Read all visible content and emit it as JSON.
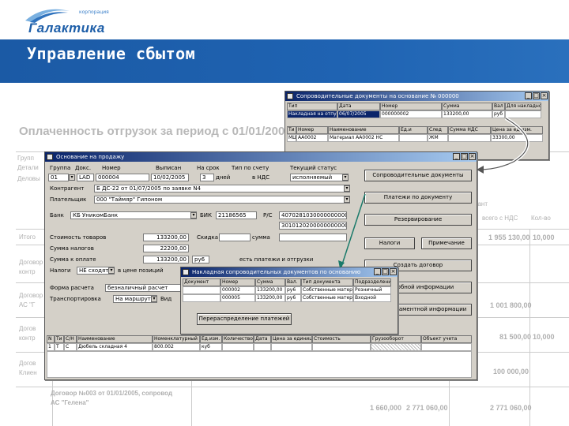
{
  "header": {
    "logo_small": "корпорация",
    "logo_text": "Галактика",
    "title": "Управление сбытом"
  },
  "report": {
    "title": "Оплаченность отгрузок за период с 01/01/2005 по",
    "row_labels": [
      "Групп",
      "Детали",
      "Деловы",
      "Итого",
      "Договор",
      "контр",
      "Договор",
      "АС \"Г",
      "Догов",
      "контр",
      "Догов",
      "Клиен",
      "Договор №003 от 01/01/2005, сопровод",
      "АС \"Гелена\""
    ],
    "right_header": "всего с НДС",
    "right_header2": "Кол-во",
    "right_top_lbl": "рант",
    "numbers": {
      "n1": "1 955 130,00",
      "n2": "10,000",
      "n3": "1 001 800,00",
      "n4": "81 500,00",
      "n5": "10,000",
      "n6": "100 000,00",
      "n7": "1 660,000",
      "n8": "2 771 060,00",
      "n9": "2 771 060,00"
    }
  },
  "win_top": {
    "title": "Сопроводительные документы на основание № 000000",
    "headers": [
      "Тип",
      "Дата",
      "Номер",
      "Сумма",
      "Вал",
      "Для накладной"
    ],
    "row": [
      "Накладная на отпуск",
      "06/07/2005",
      "000000002",
      "133200,00",
      "руб",
      ""
    ],
    "headers2": [
      "Ти",
      "Номер",
      "Наименование",
      "Ед.и",
      "След",
      "Сумма НДС",
      "Цена за ед.изм."
    ],
    "row2": [
      "МЦ",
      "АА0002",
      "Материал АА0002 НС",
      "",
      "ЖМ",
      "",
      "33300,00"
    ]
  },
  "win_main": {
    "title": "Основание на продажу",
    "labels": {
      "group": "Группа",
      "doc": "Докс.",
      "number": "Номер",
      "issued": "Выписан",
      "at_start": "На срок",
      "tax_type": "Тип по счету",
      "status": "Текущий статус",
      "counterparty": "Контрагент",
      "payer": "Плательщик",
      "bank": "Банк",
      "bik": "БИК",
      "rs": "Р/С",
      "goods_cost": "Стоимость товаров",
      "discount": "Скидка",
      "tax_sum": "Сумма налогов",
      "pay_sum": "Сумма к оплате",
      "taxes": "Налоги",
      "calc_form": "Форма расчета",
      "transport": "Транспортировка",
      "in_rate": "в цене позиций",
      "in_nds": "в НДС",
      "vid": "Вид",
      "pay_form_extra": "есть платежи и отгрузки"
    },
    "values": {
      "group": "01",
      "doc": "LAD",
      "number": "000004",
      "issued": "10/02/2005",
      "days": "3",
      "days_unit": "дней",
      "status": "исполняемый",
      "counterparty": "Б ДС-22 от 01/07/2005 по заявке N4",
      "payer": "000 \"Таймяр\" Гипоном",
      "bank": "КБ УникомБанк",
      "bik": "21186565",
      "rs": "40702810300000000001",
      "rs2": "30101202000000000000",
      "goods_cost": "133200,00",
      "currency": "сумма",
      "tax_sum": "22200,00",
      "pay_sum": "133200,00",
      "pay_cur": "ру6",
      "taxes": "НЕ сходят",
      "calc_form": "безналичный расчет",
      "transport": "На маршрут"
    },
    "buttons": [
      "Сопроводительные документы",
      "Платежи по документу",
      "Резервирование",
      "Налоги",
      "Примечание",
      "Создать договор",
      "Подробной информации",
      "Ввод регламентной информации"
    ],
    "grid_headers": [
      "N",
      "Ти",
      "С/Н",
      "Наименование",
      "Номенклатурный номер",
      "Ед.изм.",
      "Количество",
      "Дата",
      "Цена за единицу",
      "Стоимость",
      "Грузооборот",
      "Объект учета"
    ],
    "grid_row": [
      "1",
      "Т",
      "С",
      "Дюбель складная 4",
      "800.002",
      "",
      "куб",
      "",
      "",
      "",
      "",
      ""
    ]
  },
  "win_sub": {
    "title": "Накладная сопроводительных документов по основанию",
    "headers": [
      "Документ",
      "Номер",
      "Сумма",
      "Вал.",
      "Тип документа",
      "Подразделение"
    ],
    "rows": [
      [
        "",
        "000002",
        "133200,00",
        "ру6",
        "Собственные материалы",
        "Розничный"
      ],
      [
        "",
        "000005",
        "133200,00",
        "ру6",
        "Собственные материалы",
        "Входной"
      ]
    ],
    "button": "Перераспределение платежей"
  }
}
